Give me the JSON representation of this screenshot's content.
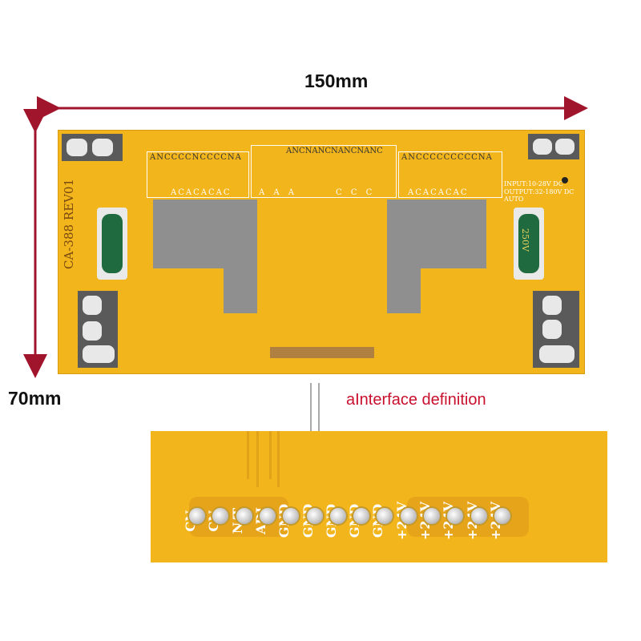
{
  "dimensions": {
    "width_label": "150mm",
    "height_label": "70mm"
  },
  "board": {
    "model_text": "CA-388  REV01",
    "input_text": "INPUT:10-28V  DC",
    "output_text": "OUTPUT:32-180V  DC  AUTO",
    "cap_text": "250V",
    "header_top_left": "ANCCCCNCCCCNA",
    "header_top_center": "ANCNANCNANCNANC",
    "header_top_right": "ANCCCCCCCCCNA",
    "header_bot_left": "ACACACAC",
    "header_bot_center_a": "A  A  A",
    "header_bot_center_c": "C  C  C",
    "header_bot_right": "ACACACAC"
  },
  "callout": {
    "title": "aInterface definition"
  },
  "connector": {
    "pins": [
      "CN",
      "CN",
      "N/T",
      "ADJ",
      "GND",
      "GND",
      "GND",
      "GND",
      "GND",
      "+24V",
      "+24V",
      "+24V",
      "+24V",
      "+24V"
    ]
  },
  "colors": {
    "board": "#f2b51c",
    "arrow": "#a0142c",
    "callout_text": "#c8102e"
  }
}
